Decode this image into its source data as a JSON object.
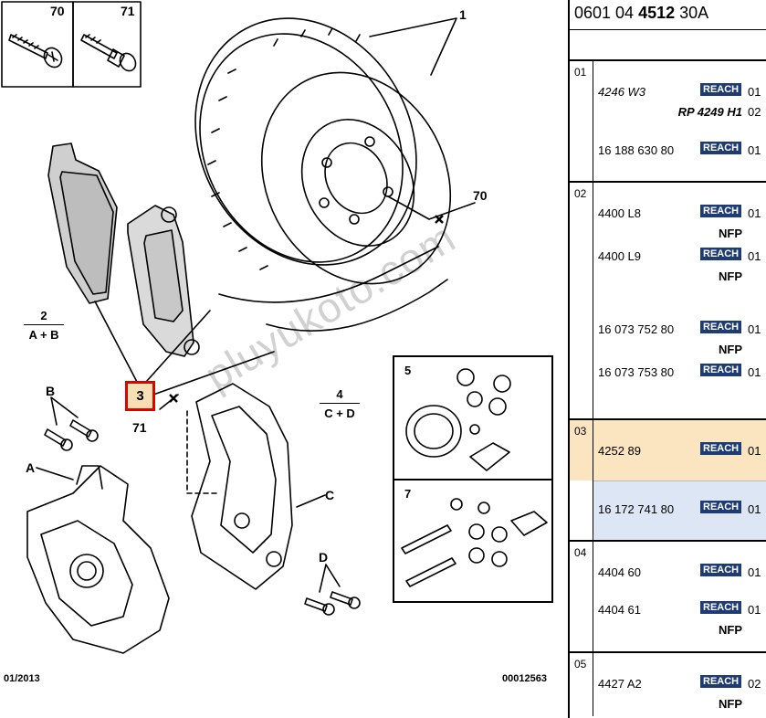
{
  "header": {
    "ref_prefix": "0601 04",
    "ref_bold": "4512",
    "ref_suffix": "30A"
  },
  "diagram": {
    "labels": {
      "l70_box": "70",
      "l71_box": "71",
      "l1": "1",
      "l70_disc": "70",
      "l2": "2",
      "l2_sub": "A + B",
      "l3": "3",
      "l71": "71",
      "l4": "4",
      "l4_sub": "C + D",
      "lB": "B",
      "lA": "A",
      "lC": "C",
      "lD": "D",
      "l5": "5",
      "l7": "7"
    },
    "date": "01/2013",
    "doc_number": "00012563",
    "watermark": "pluyukoto.com"
  },
  "groups": [
    {
      "num": "01",
      "items": [
        {
          "ref": "4246 W3",
          "italic": true,
          "reach": "REACH",
          "qty": "01"
        },
        {
          "ref": "",
          "note": "RP 4249 H1",
          "note_italic": true,
          "qty": "02"
        },
        {
          "ref": "16 188 630 80",
          "reach": "REACH",
          "qty": "01"
        }
      ]
    },
    {
      "num": "02",
      "items": [
        {
          "ref": "4400 L8",
          "reach": "REACH",
          "qty": "01"
        },
        {
          "ref": "",
          "note": "NFP"
        },
        {
          "ref": "4400 L9",
          "reach": "REACH",
          "qty": "01"
        },
        {
          "ref": "",
          "note": "NFP"
        },
        {
          "ref": "16 073 752 80",
          "reach": "REACH",
          "qty": "01"
        },
        {
          "ref": "",
          "note": "NFP"
        },
        {
          "ref": "16 073 753 80",
          "reach": "REACH",
          "qty": "01"
        }
      ]
    },
    {
      "num": "03",
      "items": [
        {
          "ref": "4252 89",
          "reach": "REACH",
          "qty": "01"
        },
        {
          "ref": "16 172 741 80",
          "reach": "REACH",
          "qty": "01"
        }
      ]
    },
    {
      "num": "04",
      "items": [
        {
          "ref": "4404 60",
          "reach": "REACH",
          "qty": "01"
        },
        {
          "ref": "4404 61",
          "reach": "REACH",
          "qty": "01"
        },
        {
          "ref": "",
          "note": "NFP"
        }
      ]
    },
    {
      "num": "05",
      "items": [
        {
          "ref": "4427 A2",
          "reach": "REACH",
          "qty": "02"
        },
        {
          "ref": "",
          "note": "NFP"
        }
      ]
    }
  ],
  "colors": {
    "highlight_orange": "#fbe4c0",
    "highlight_blue": "#dce6f5",
    "reach_badge": "#1f3b73",
    "callout_border": "#e00000"
  }
}
